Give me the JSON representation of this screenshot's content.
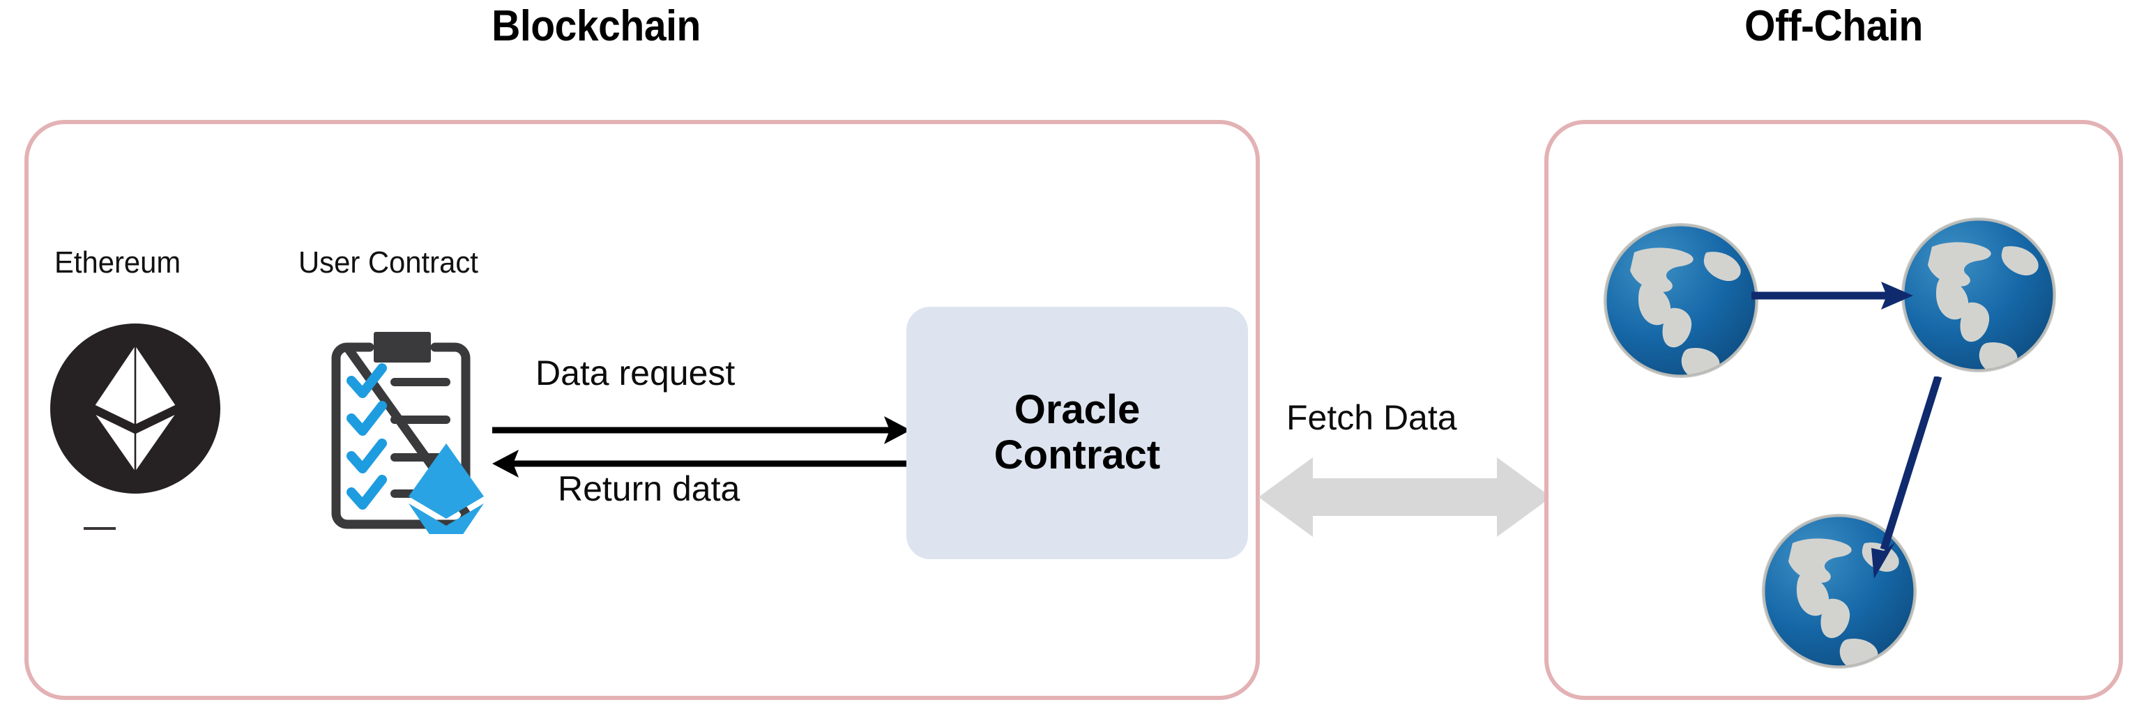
{
  "sections": {
    "blockchain": {
      "title": "Blockchain",
      "panel_border_color": "#e3b2b5",
      "nodes": {
        "ethereum_label": "Ethereum",
        "user_contract_label": "User Contract"
      },
      "flows": {
        "data_request": "Data request",
        "return_data": "Return data"
      },
      "oracle": {
        "label": "Oracle\nContract",
        "background_color": "#dde4ef"
      },
      "icons": {
        "ethereum_logo": "ethereum-logo-icon",
        "user_contract": "clipboard-checklist-icon",
        "ethereum_token": "ethereum-diamond-icon"
      }
    },
    "bridge": {
      "label": "Fetch Data",
      "arrow_color": "#d8d8d8",
      "icon": "double-headed-arrow-icon"
    },
    "offchain": {
      "title": "Off-Chain",
      "panel_border_color": "#e3b2b5",
      "nodes": [
        {
          "name": "globe-1",
          "icon": "globe-icon"
        },
        {
          "name": "globe-2",
          "icon": "globe-icon"
        },
        {
          "name": "globe-3",
          "icon": "globe-icon"
        }
      ],
      "links": [
        {
          "name": "globe-1-to-globe-2",
          "icon": "arrow-right-icon",
          "color": "#102a6e"
        },
        {
          "name": "globe-2-to-globe-3",
          "icon": "arrow-down-left-icon",
          "color": "#102a6e"
        }
      ]
    }
  },
  "colors": {
    "panel_border": "#e3b2b5",
    "oracle_fill": "#dde4ef",
    "ethereum_dark": "#262223",
    "ethereum_blue": "#29a3e3",
    "globe_blue": "#1668a8",
    "globe_land": "#d2d3cf",
    "navy_arrow": "#102a6e",
    "gray_arrow": "#d8d8d8",
    "text": "#000000"
  }
}
